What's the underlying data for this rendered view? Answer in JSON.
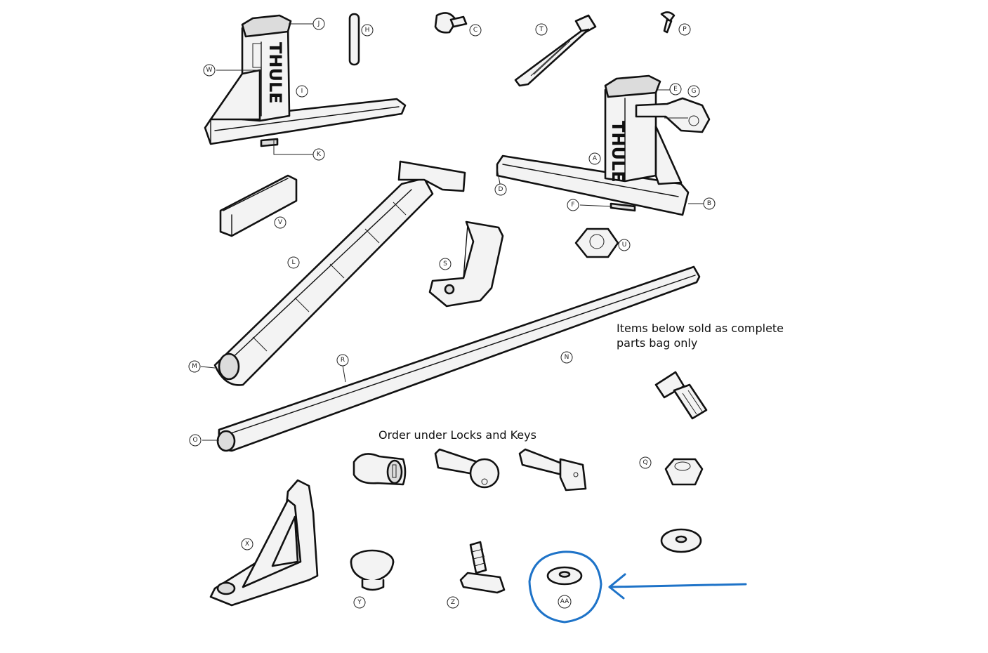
{
  "notes": {
    "items_below": "Items below sold as complete parts bag only",
    "order_locks": "Order under Locks and Keys"
  },
  "brand": "THULE",
  "labels": {
    "J": "J",
    "H": "H",
    "C": "C",
    "T": "T",
    "P": "P",
    "W": "W",
    "I": "I",
    "K": "K",
    "E": "E",
    "G": "G",
    "A": "A",
    "D": "D",
    "F": "F",
    "B": "B",
    "V": "V",
    "U": "U",
    "S": "S",
    "L": "L",
    "N": "N",
    "R": "R",
    "M": "M",
    "O": "O",
    "Q": "Q",
    "X": "X",
    "Y": "Y",
    "Z": "Z",
    "AA": "AA"
  },
  "highlight": {
    "color": "#1e73c8",
    "target": "AA"
  }
}
